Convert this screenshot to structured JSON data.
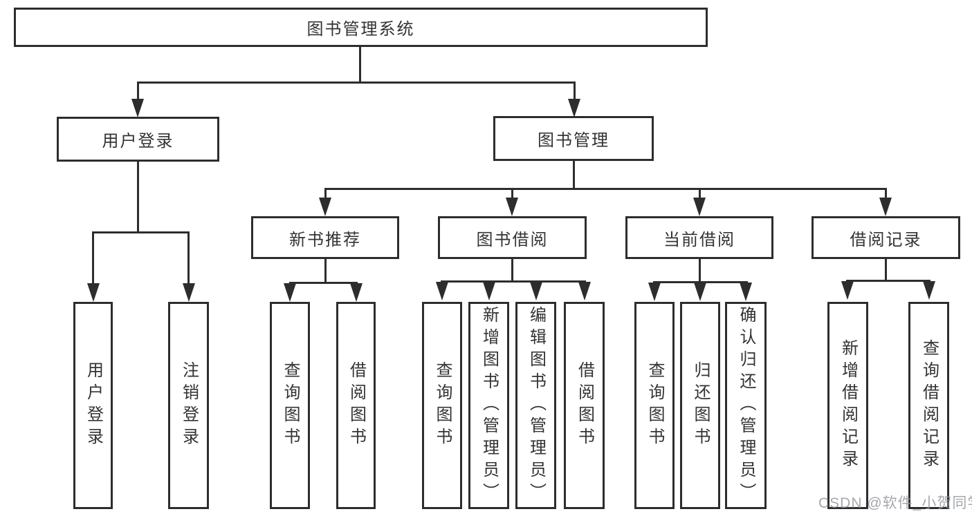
{
  "root": {
    "label": "图书管理系统"
  },
  "level1": {
    "user_login": {
      "label": "用户登录"
    },
    "book_mgmt": {
      "label": "图书管理"
    }
  },
  "level2": {
    "new_book": {
      "label": "新书推荐"
    },
    "borrow": {
      "label": "图书借阅"
    },
    "current": {
      "label": "当前借阅"
    },
    "records": {
      "label": "借阅记录"
    }
  },
  "leaves": {
    "user_login": {
      "label": "用户登录"
    },
    "logout": {
      "label": "注销登录"
    },
    "new_book_query": {
      "label": "查询图书"
    },
    "new_book_borrow": {
      "label": "借阅图书"
    },
    "borrow_query": {
      "label": "查询图书"
    },
    "borrow_add": {
      "label": "新增图书（管理员）"
    },
    "borrow_edit": {
      "label": "编辑图书（管理员）"
    },
    "borrow_borrow": {
      "label": "借阅图书"
    },
    "current_query": {
      "label": "查询图书"
    },
    "current_return": {
      "label": "归还图书"
    },
    "current_confirm": {
      "label": "确认归还（管理员）"
    },
    "records_add": {
      "label": "新增借阅记录"
    },
    "records_query": {
      "label": "查询借阅记录"
    }
  },
  "watermark": {
    "text": "CSDN @软件_小贺同学"
  },
  "colors": {
    "line": "#2d2d2d",
    "text": "#333333",
    "background": "#ffffff",
    "watermark": "#94989c"
  }
}
